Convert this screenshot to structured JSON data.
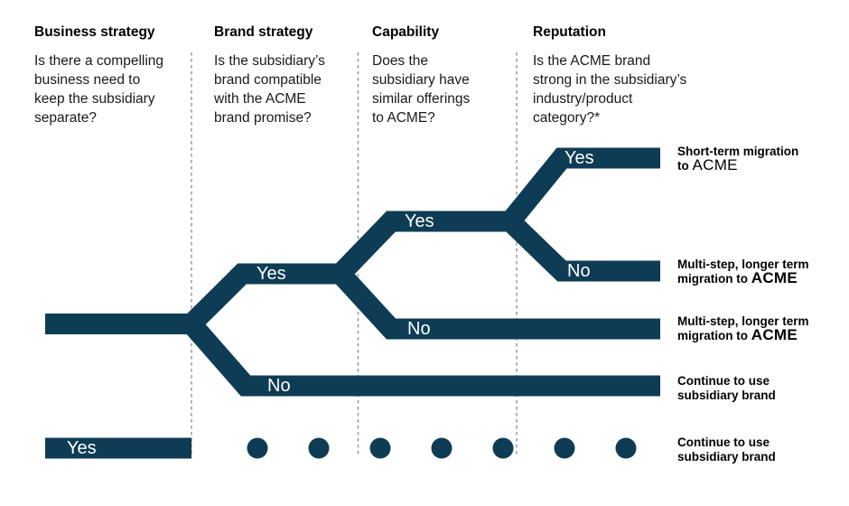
{
  "colors": {
    "bar": "#0e3c54",
    "divider": "#919191",
    "heading_text": "#000000",
    "body_text": "#1a1a1a",
    "branch_label_text": "#ffffff",
    "background": "#ffffff"
  },
  "columns": [
    {
      "header": "Business strategy",
      "question": "Is there a compelling\nbusiness need to\nkeep the subsidiary\nseparate?"
    },
    {
      "header": "Brand strategy",
      "question": "Is the subsidiary’s\nbrand compatible\nwith the ACME\nbrand promise?"
    },
    {
      "header": "Capability",
      "question": "Does the\nsubsidiary have\nsimilar offerings\nto ACME?"
    },
    {
      "header": "Reputation",
      "question": "Is the ACME brand\nstrong in the subsidiary’s\nindustry/product\ncategory?*"
    }
  ],
  "branch_labels": {
    "brand_yes": "Yes",
    "brand_no": "No",
    "capability_yes": "Yes",
    "capability_no": "No",
    "reputation_yes": "Yes",
    "reputation_no": "No",
    "bottom_yes": "Yes"
  },
  "bottom_row": {
    "dots_count": 7
  },
  "outcomes": [
    {
      "text": "Short-term migration\nto ",
      "brand": "ACME",
      "acme_style": "regular"
    },
    {
      "text": "Multi-step, longer term\nmigration to ",
      "brand": "ACME",
      "acme_style": "bold"
    },
    {
      "text": "Multi-step, longer term\nmigration to ",
      "brand": "ACME",
      "acme_style": "bold"
    },
    {
      "text": "Continue to use\nsubsidiary brand",
      "brand": "",
      "acme_style": "none"
    },
    {
      "text": "Continue to use\nsubsidiary brand",
      "brand": "",
      "acme_style": "none"
    }
  ]
}
